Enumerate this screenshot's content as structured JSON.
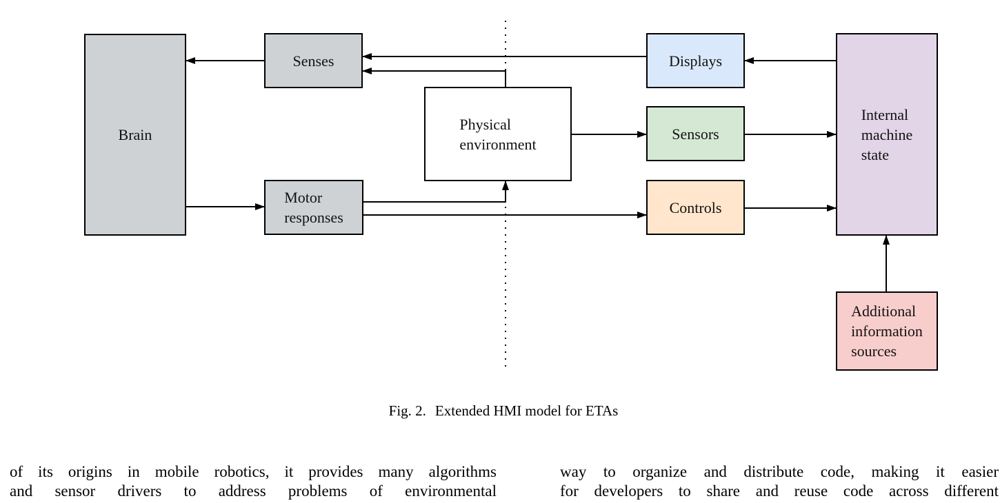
{
  "figure": {
    "divider": {
      "meaning": "separation between human side (left) and machine side (right)",
      "style": "vertical dotted line"
    },
    "nodes": {
      "brain": {
        "lines": [
          "Brain"
        ],
        "fill": "#ced2d4"
      },
      "senses": {
        "lines": [
          "Senses"
        ],
        "fill": "#ced2d4"
      },
      "motor_responses": {
        "lines": [
          "Motor",
          "responses"
        ],
        "fill": "#ced2d4"
      },
      "physical_environment": {
        "lines": [
          "Physical",
          "environment"
        ],
        "fill": "#ffffff"
      },
      "displays": {
        "lines": [
          "Displays"
        ],
        "fill": "#dae8fc"
      },
      "sensors": {
        "lines": [
          "Sensors"
        ],
        "fill": "#d5e8d4"
      },
      "controls": {
        "lines": [
          "Controls"
        ],
        "fill": "#ffe6cc"
      },
      "internal_machine_state": {
        "lines": [
          "Internal",
          "machine",
          "state"
        ],
        "fill": "#e1d5e7"
      },
      "additional_information_sources": {
        "lines": [
          "Additional",
          "information",
          "sources"
        ],
        "fill": "#f8cecc"
      }
    },
    "edges": [
      {
        "from": "senses",
        "to": "brain"
      },
      {
        "from": "displays",
        "to": "senses"
      },
      {
        "from": "physical_environment",
        "to": "senses"
      },
      {
        "from": "brain",
        "to": "motor_responses"
      },
      {
        "from": "motor_responses",
        "to": "physical_environment"
      },
      {
        "from": "motor_responses",
        "to": "controls"
      },
      {
        "from": "physical_environment",
        "to": "sensors"
      },
      {
        "from": "sensors",
        "to": "internal_machine_state"
      },
      {
        "from": "controls",
        "to": "internal_machine_state"
      },
      {
        "from": "internal_machine_state",
        "to": "displays"
      },
      {
        "from": "additional_information_sources",
        "to": "internal_machine_state"
      }
    ],
    "line_color": "#000000"
  },
  "caption": {
    "label": "Fig. 2.",
    "text": "Extended HMI model for ETAs"
  },
  "body": {
    "left_column": [
      "of its origins in mobile robotics, it provides many algorithms",
      "and sensor drivers to address problems of environmental"
    ],
    "right_column": [
      "way to organize and distribute code, making it easier",
      "for developers to share and reuse code across different"
    ]
  }
}
